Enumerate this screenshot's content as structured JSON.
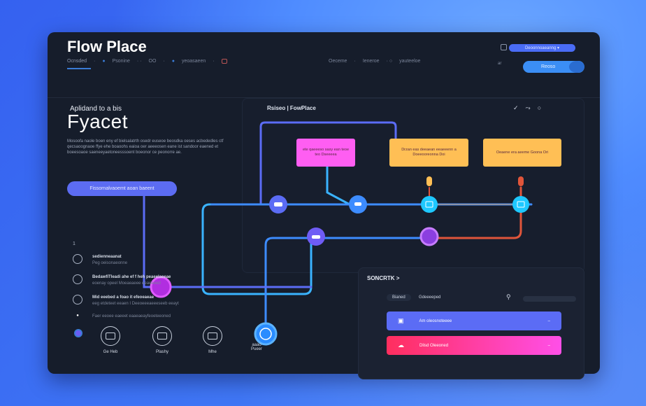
{
  "header": {
    "title": "Flow Place",
    "nav": [
      "Ocnsded",
      "Psonine",
      "OO",
      "yeoasaeen"
    ],
    "nav_right": [
      "Oeceme",
      "Ieneroe",
      "yauteeloe"
    ],
    "dropdown": "Deoonnoaeanng",
    "toggle": "Reoso",
    "toggle_side": "ar"
  },
  "hero": {
    "subtitle": "Aplidand to a bis",
    "title": "Fyacet",
    "paragraph": "Mosoofa naole boen eny ef bielsalatrth osedr euseoe beosdka oeses acbededles ctf qecsaoognaoe ffye ehe boaoohs eaioa oer aeeeosen eane ist sandoor eaened et boeesoaoe saeneeyaetoneesssoent boeonor ce peonorre ae.",
    "cta": "Fissornalvaoemt aoan baeent"
  },
  "canvas": {
    "breadcrumb_a": "Rsiseo",
    "breadcrumb_b": "FowPlace",
    "tools": [
      "✓",
      "⤳",
      "○"
    ],
    "notes": [
      {
        "text": "ete qaeeeso sasy ean teoe teo Dseeeea",
        "color": "#ff5ef2"
      },
      {
        "text": "Drzan eas deeaean eeaeeenn a Doeeooreonna Doi",
        "color": "#ffbf55"
      },
      {
        "text": "Oeaene era aeeme Goona Ori",
        "color": "#ffbf55"
      }
    ]
  },
  "list": [
    {
      "title": "sedienneaanat",
      "sub": "Peg oeisonaeonne"
    },
    {
      "title": "BedawfiTleadi ahe ef f heh peaeelaeeae",
      "sub": "eoenay opeel Moeaeaeee eeaeeeed"
    },
    {
      "title": "Mid eeebed a foao it efeoeaeae",
      "sub": "eeg etdeteet eeaen I Deeoeeeaeeeseeb eeayt"
    },
    {
      "title": "Faer eeoee eaeeet eaaeaeayfeoeteeoned",
      "sub": ""
    }
  ],
  "bottom_icons": [
    "Ge Heb",
    "Plashy",
    "Mhe",
    "aaao Pueer"
  ],
  "right_panel": {
    "title": "SONCRTK >",
    "chip": "Bianed",
    "label": "Gdeeeeped",
    "cards": [
      {
        "label": "Am oleosnoteeee",
        "color": "#5b6cf5"
      },
      {
        "label": "Dlisd  Oleeoned",
        "color": "#ff3468"
      }
    ]
  }
}
